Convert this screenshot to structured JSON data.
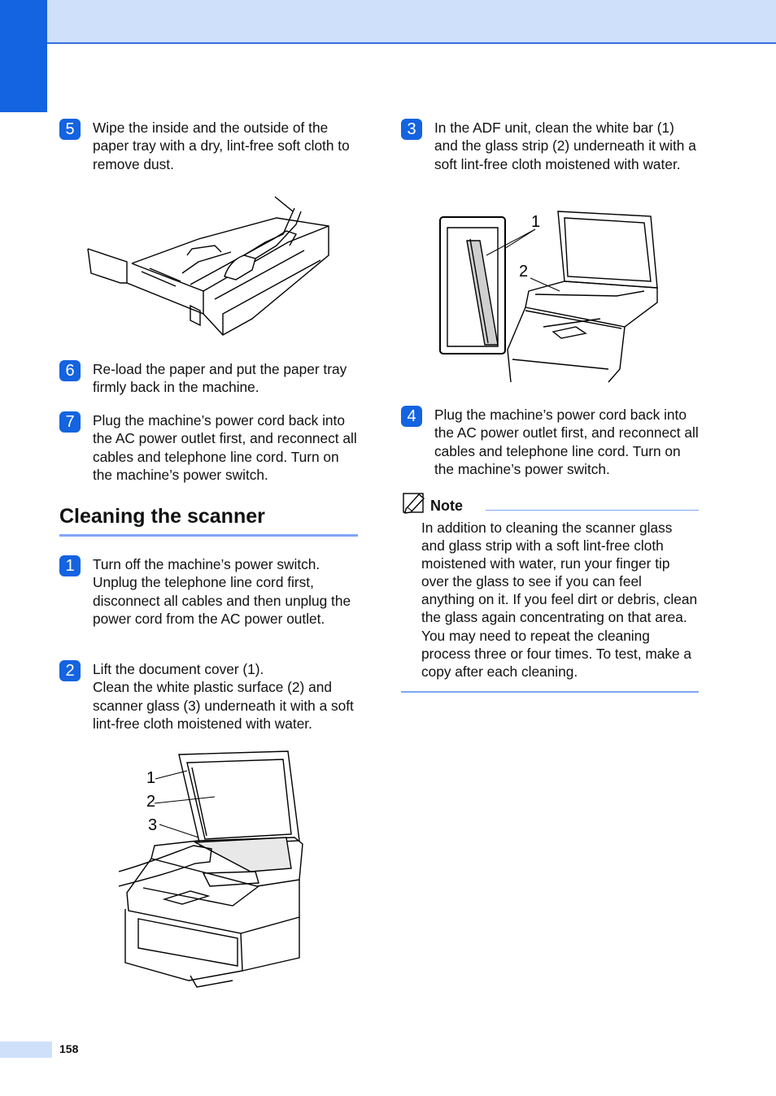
{
  "page": {
    "number": "158"
  },
  "left_steps": {
    "s5": {
      "badge": "5",
      "text": "Wipe the inside and the outside of the paper tray with a dry, lint-free soft cloth to remove dust."
    },
    "s6": {
      "badge": "6",
      "text": "Re-load the paper and put the paper tray firmly back in the machine."
    },
    "s7": {
      "badge": "7",
      "text": "Plug the machine’s power cord back into the AC power outlet first, and reconnect all cables and telephone line cord. Turn on the machine’s power switch."
    }
  },
  "section": {
    "title": "Cleaning the scanner",
    "s1": {
      "badge": "1",
      "text": "Turn off the machine’s power switch. Unplug the telephone line cord first, disconnect all cables and then unplug the power cord from the AC power outlet."
    },
    "s2": {
      "badge": "2",
      "line1": "Lift the document cover (1).",
      "line2": "Clean the white plastic surface (2) and scanner glass (3) underneath it with a soft lint-free cloth moistened with water."
    },
    "figure_labels": [
      "1",
      "2",
      "3"
    ]
  },
  "right_steps": {
    "s3": {
      "badge": "3",
      "text": "In the ADF unit, clean the white bar (1) and the glass strip (2) underneath it with a soft lint-free cloth moistened with water."
    },
    "figure_labels": [
      "1",
      "2"
    ],
    "s4": {
      "badge": "4",
      "text": "Plug the machine’s power cord back into the AC power outlet first, and reconnect all cables and telephone line cord. Turn on the machine’s power switch."
    }
  },
  "note": {
    "label": "Note",
    "text": "In addition to cleaning the scanner glass and glass strip with a soft lint-free cloth moistened with water, run your finger tip over the glass to see if you can feel anything on it. If you feel dirt or debris, clean the glass again concentrating on that area. You may need to repeat the cleaning process three or four times. To test, make a copy after each cleaning."
  },
  "icons": {
    "note": "pencil-note-icon"
  },
  "colors": {
    "accent": "#1463e0",
    "band": "#cfe0fb",
    "rule": "#7fa6f5"
  }
}
